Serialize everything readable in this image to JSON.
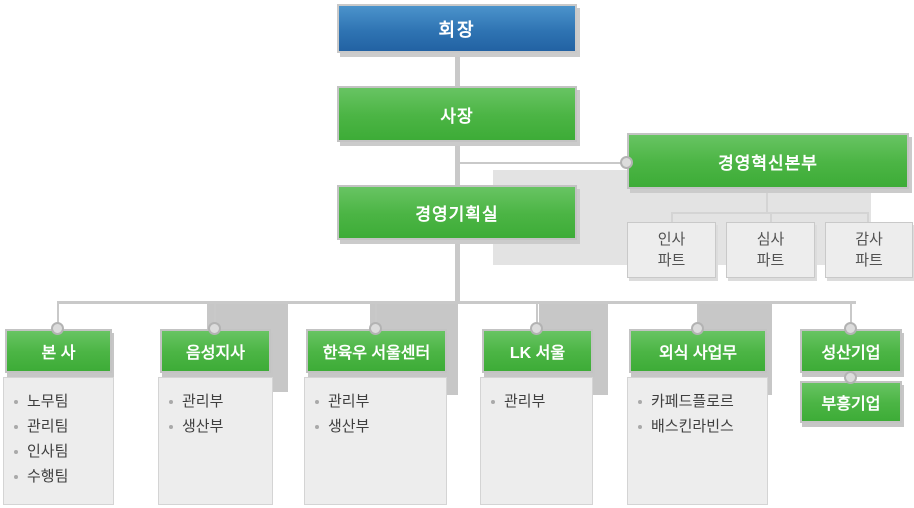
{
  "org": {
    "chairman": "회장",
    "president": "사장",
    "planning_office": "경영기획실",
    "innovation": {
      "title": "경영혁신본부",
      "parts": [
        "인사",
        "심사",
        "감사"
      ],
      "part_suffix": "파트"
    },
    "branches": [
      {
        "title": "본 사",
        "items": [
          "노무팀",
          "관리팀",
          "인사팀",
          "수행팀"
        ]
      },
      {
        "title": "음성지사",
        "items": [
          "관리부",
          "생산부"
        ]
      },
      {
        "title": "한육우 서울센터",
        "items": [
          "관리부",
          "생산부"
        ]
      },
      {
        "title": "LK 서울",
        "items": [
          "관리부"
        ]
      },
      {
        "title": "외식 사업무",
        "items": [
          "카페드플로르",
          "배스킨라빈스"
        ]
      },
      {
        "title": "성산기업",
        "subsidiary": "부흥기업"
      }
    ],
    "colors": {
      "chairman_blue_top": "#4b93cb",
      "chairman_blue_bottom": "#2262a3",
      "box_green_top": "#68c463",
      "box_green_bottom": "#3dac37",
      "connector_gray": "#c9c9c9",
      "panel_gray": "#ededed",
      "backdrop_gray": "#e3e3e3",
      "shadow_gray": "#c7c7c7"
    }
  }
}
